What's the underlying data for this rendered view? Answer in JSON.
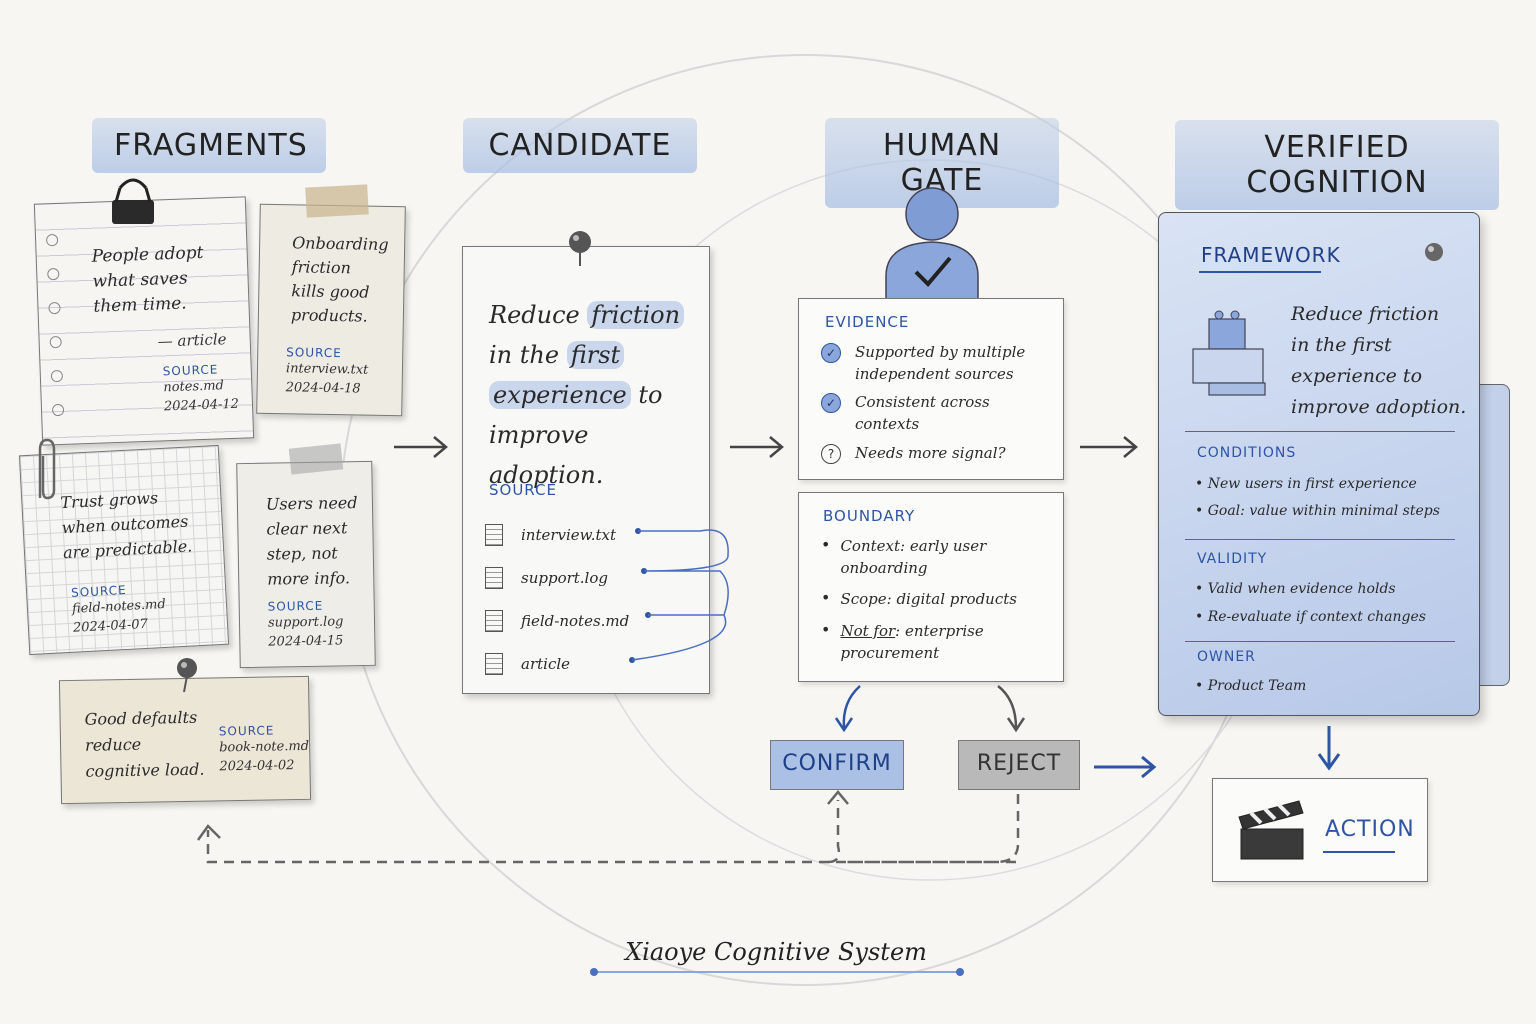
{
  "headers": {
    "fragments": "FRAGMENTS",
    "candidate": "CANDIDATE",
    "human_gate": "HUMAN GATE",
    "verified": "VERIFIED COGNITION"
  },
  "fragments": [
    {
      "text": [
        "People adopt",
        "what saves",
        "them time."
      ],
      "attribution": "— article",
      "source_label": "SOURCE",
      "file": "notes.md",
      "date": "2024-04-12"
    },
    {
      "text": [
        "Onboarding",
        "friction",
        "kills good",
        "products."
      ],
      "source_label": "SOURCE",
      "file": "interview.txt",
      "date": "2024-04-18"
    },
    {
      "text": [
        "Trust grows",
        "when outcomes",
        "are predictable."
      ],
      "source_label": "SOURCE",
      "file": "field-notes.md",
      "date": "2024-04-07"
    },
    {
      "text": [
        "Users need",
        "clear next",
        "step, not",
        "more info."
      ],
      "source_label": "SOURCE",
      "file": "support.log",
      "date": "2024-04-15"
    },
    {
      "text": [
        "Good defaults",
        "reduce",
        "cognitive load."
      ],
      "source_label": "SOURCE",
      "file": "book-note.md",
      "date": "2024-04-02"
    }
  ],
  "candidate": {
    "line1a": "Reduce",
    "line1b": "friction",
    "line2a": "in the",
    "line2b": "first",
    "line3a": "experience",
    "line3b": "to",
    "line4": "improve adoption.",
    "source_label": "SOURCE",
    "sources": [
      "interview.txt",
      "support.log",
      "field-notes.md",
      "article"
    ]
  },
  "gate": {
    "evidence_label": "EVIDENCE",
    "evidence": [
      {
        "status": "check",
        "lines": [
          "Supported by multiple",
          "independent sources"
        ]
      },
      {
        "status": "check",
        "lines": [
          "Consistent across",
          "contexts"
        ]
      },
      {
        "status": "question",
        "lines": [
          "Needs more signal?"
        ]
      }
    ],
    "boundary_label": "BOUNDARY",
    "boundary": [
      {
        "lines": [
          "Context: early user",
          "onboarding"
        ]
      },
      {
        "lines": [
          "Scope: digital products"
        ]
      },
      {
        "prefix": "Not for",
        "lines": [
          ": enterprise",
          "procurement"
        ]
      }
    ],
    "confirm": "CONFIRM",
    "reject": "REJECT"
  },
  "verified": {
    "framework_label": "FRAMEWORK",
    "statement": [
      "Reduce friction",
      "in the first",
      "experience to",
      "improve adoption."
    ],
    "conditions_label": "CONDITIONS",
    "conditions": [
      "New users in first experience",
      "Goal: value within minimal steps"
    ],
    "validity_label": "VALIDITY",
    "validity": [
      "Valid when evidence holds",
      "Re-evaluate if context changes"
    ],
    "owner_label": "OWNER",
    "owner": [
      "Product Team"
    ]
  },
  "action": "ACTION",
  "footer": "Xiaoye Cognitive System",
  "colors": {
    "accent": "#2d55a3",
    "highlight": "#aac0e4",
    "panel": "#c9d6ee",
    "reject": "#b9b9b9"
  }
}
